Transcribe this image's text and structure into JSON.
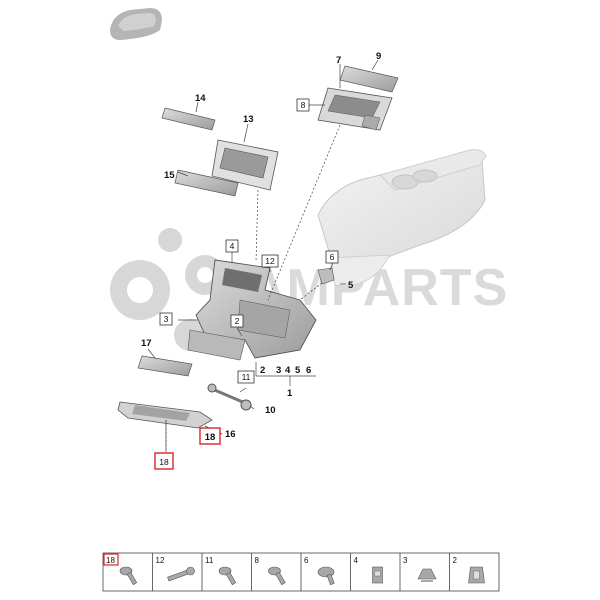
{
  "watermark": {
    "text": "AMPARTS"
  },
  "callouts": {
    "n1": "1",
    "n2": "2",
    "n3": "3",
    "n4": "4",
    "n5": "5",
    "n6": "6",
    "n7": "7",
    "n9": "9",
    "n10": "10",
    "n13": "13",
    "n14": "14",
    "n15": "15",
    "n16": "16",
    "n17": "17"
  },
  "boxed_refs": {
    "b2": "2",
    "b3": "3",
    "b4": "4",
    "b6": "6",
    "b8": "8",
    "b11": "11",
    "b12": "12",
    "b18a": "18",
    "b18b": "18"
  },
  "group_label": {
    "parts": [
      "2",
      "3",
      "4",
      "5",
      "6"
    ],
    "total": "1"
  },
  "fastener_legend": [
    {
      "ref": "18",
      "icon": "screw-icon",
      "highlight": true
    },
    {
      "ref": "12",
      "icon": "long-bolt-icon",
      "highlight": false
    },
    {
      "ref": "11",
      "icon": "bolt-icon",
      "highlight": false
    },
    {
      "ref": "8",
      "icon": "screw-icon",
      "highlight": false
    },
    {
      "ref": "6",
      "icon": "flange-screw-icon",
      "highlight": false
    },
    {
      "ref": "4",
      "icon": "clip-nut-icon",
      "highlight": false
    },
    {
      "ref": "3",
      "icon": "spring-clip-icon",
      "highlight": false
    },
    {
      "ref": "2",
      "icon": "retaining-clip-icon",
      "highlight": false
    }
  ],
  "colors": {
    "highlight": "#d9262c",
    "line": "#444444",
    "part_fill": "#c9c9c9",
    "part_dark": "#8f8f8f",
    "ghost": "#e3e3e3"
  }
}
